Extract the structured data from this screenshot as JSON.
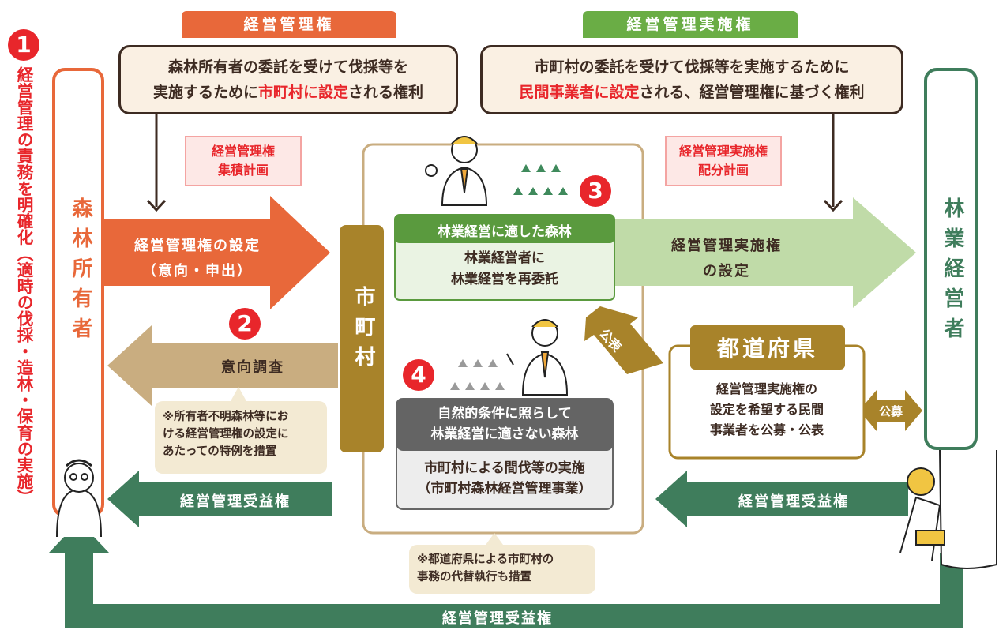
{
  "badges": {
    "b1": "1",
    "b2": "2",
    "b3": "3",
    "b4": "4"
  },
  "left_vertical": "経営管理の責務を明確化（適時の伐採・造林・保育の実施）",
  "owner_label": "森林所有者",
  "manager_label": "林業経営者",
  "municipality_label": "市町村",
  "tab_left": "経営管理権",
  "tab_right": "経営管理実施権",
  "callout_left": {
    "line1": "森林所有者の委託を受けて伐採等を",
    "line2_pre": "実施するために",
    "line2_red": "市町村に設定",
    "line2_post": "される権利"
  },
  "callout_right": {
    "line1": "市町村の委託を受けて伐採等を実施するために",
    "line2_red": "民間事業者に設定",
    "line2_post": "される、経営管理権に基づく権利"
  },
  "plan_left": {
    "line1": "経営管理権",
    "line2": "集積計画"
  },
  "plan_right": {
    "line1": "経営管理実施権",
    "line2": "配分計画"
  },
  "arrow_setting": {
    "line1": "経営管理権の設定",
    "line2": "（意向・申出）"
  },
  "arrow_survey": "意向調査",
  "arrow_impl": {
    "line1": "経営管理実施権",
    "line2": "の設定"
  },
  "note_left": {
    "line1": "※所有者不明森林等にお",
    "line2": "ける経営管理権の設定に",
    "line3": "あたっての特例を措置"
  },
  "suitable_box": {
    "header": "林業経営に適した森林",
    "line1": "林業経営者に",
    "line2": "林業経営を再委託"
  },
  "unsuitable_box": {
    "header1": "自然的条件に照らして",
    "header2": "林業経営に適さない森林",
    "line1": "市町村による間伐等の実施",
    "line2": "（市町村森林経営管理事業）"
  },
  "prefecture": {
    "title": "都道府県",
    "line1": "経営管理実施権の",
    "line2": "設定を希望する民間",
    "line3": "事業者を公募・公表"
  },
  "publish_label": "公表",
  "recruit_label": "公募",
  "benefit_left": "経営管理受益権",
  "benefit_right": "経営管理受益権",
  "benefit_bottom": "経営管理受益権",
  "note_bottom": {
    "line1": "※都道府県による市町村の",
    "line2": "事務の代替執行も措置"
  },
  "colors": {
    "orange": "#e8683a",
    "green": "#3f7d5c",
    "light_green": "#c0dba8",
    "tan": "#c9ad80",
    "gold": "#a8832a",
    "red": "#e8262b"
  }
}
